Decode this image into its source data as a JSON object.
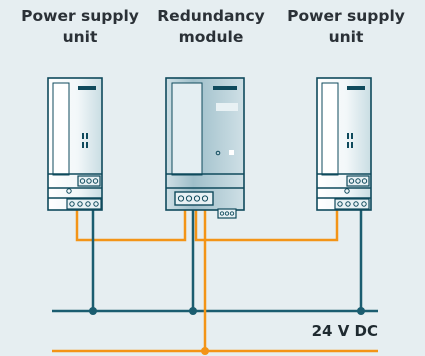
{
  "labels": {
    "psu_left": [
      "Power supply",
      "unit"
    ],
    "redundancy": [
      "Redundancy",
      "module"
    ],
    "psu_right": [
      "Power supply",
      "unit"
    ],
    "bus": "24 V DC"
  },
  "colors": {
    "background": "#e6eef1",
    "device_light": "#f2f7f9",
    "device_mid": "#cfe0e6",
    "device_dark": "#8fb1bc",
    "outline": "#0f4a5c",
    "wire_teal": "#1b5d70",
    "wire_orange": "#f39417",
    "text": "#2b3137"
  },
  "icons": [
    "terminal-block-icon",
    "status-led-icon",
    "junction-dot-icon"
  ]
}
